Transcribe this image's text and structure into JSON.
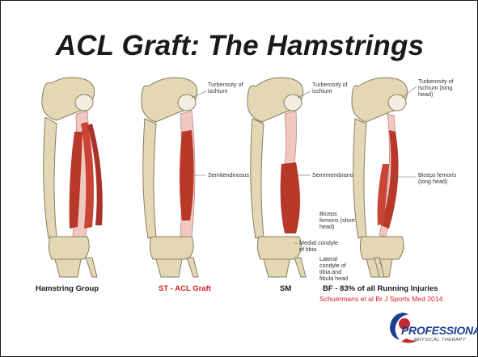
{
  "slide": {
    "title": "ACL Graft: The Hamstrings",
    "panels": [
      {
        "caption": "Hamstring Group",
        "labels": []
      },
      {
        "caption": "ST - ACL Graft",
        "labels": [
          "Turberosity of ischium",
          "Semitendinosus"
        ]
      },
      {
        "caption": "SM",
        "labels": [
          "Turberosity of ischium",
          "Semimembranosus",
          "Medial condyle of tibia"
        ]
      },
      {
        "caption": "BF - 83% of all Running Injuries",
        "labels": [
          "Turberosity of ischium (long head)",
          "Biceps femoris (long head)",
          "Biceps femoris (short head)",
          "Lateral condyle of tibia and fibula head"
        ]
      }
    ],
    "citation": "Schuermans et al Br J Sports Med 2014"
  },
  "logo": {
    "word": "PROFESSIONAL",
    "registered": "®",
    "subtitle": "PHYSICAL THERAPY"
  },
  "colors": {
    "caption_accent": "#d81e1e",
    "muscle": "#b8392a",
    "bone": "#e3d7b6",
    "logo_blue": "#1d3f8f"
  }
}
